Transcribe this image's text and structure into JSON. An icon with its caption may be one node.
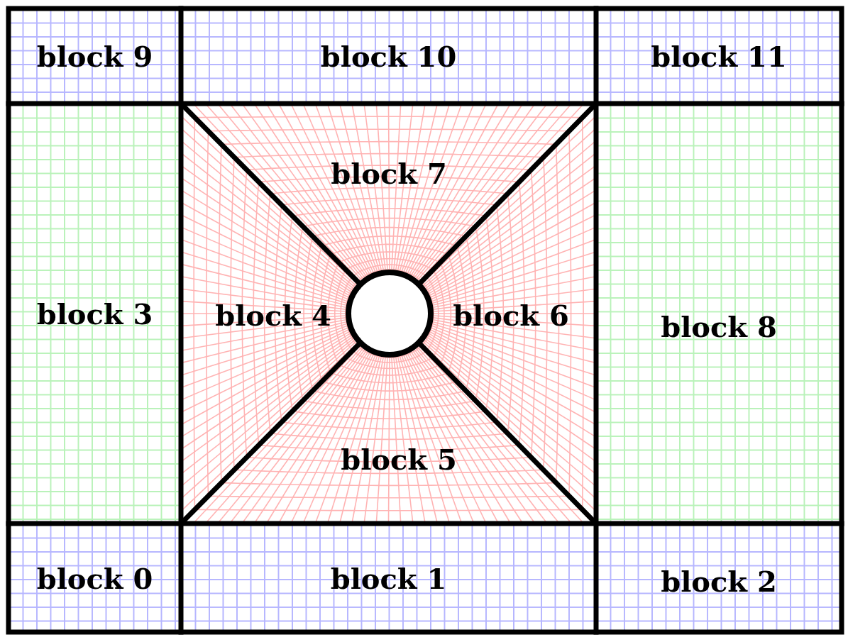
{
  "diagram": {
    "nodes": [
      {
        "text": [
          "block 9"
        ]
      },
      {
        "text": [
          "block 10"
        ]
      },
      {
        "text": [
          "block 11"
        ]
      },
      {
        "text": [
          "block 7"
        ]
      },
      {
        "text": [
          "block 3"
        ]
      },
      {
        "text": [
          "block 4"
        ]
      },
      {
        "text": [
          "block 6"
        ]
      },
      {
        "text": [
          "block 8"
        ]
      },
      {
        "text": [
          "block 5"
        ]
      },
      {
        "text": [
          "block 0"
        ]
      },
      {
        "text": [
          "block 1"
        ]
      },
      {
        "text": [
          "block 2"
        ]
      }
    ]
  }
}
